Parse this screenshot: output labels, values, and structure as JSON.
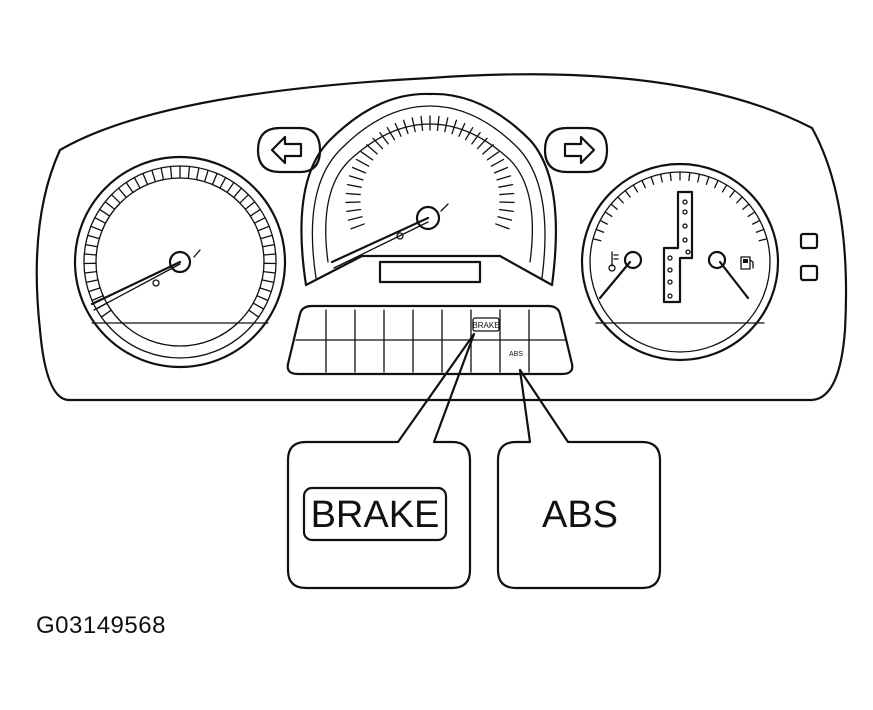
{
  "figure": {
    "id": "G03149568"
  },
  "warning_strip": {
    "brake_label": "BRAKE",
    "abs_label": "ABS"
  },
  "callouts": {
    "brake": "BRAKE",
    "abs": "ABS"
  },
  "colors": {
    "ink": "#111111",
    "background": "#ffffff"
  },
  "icons": [
    "left-turn-signal-icon",
    "right-turn-signal-icon",
    "temperature-icon",
    "fuel-pump-icon"
  ]
}
